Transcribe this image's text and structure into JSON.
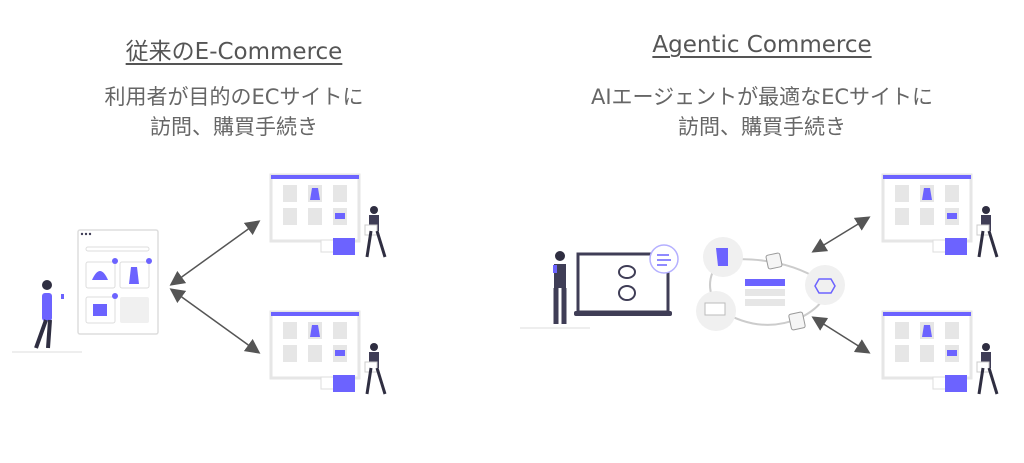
{
  "left": {
    "title": "従来のE-Commerce",
    "subtitle_line1": "利用者が目的のECサイトに",
    "subtitle_line2": "訪問、購買手続き"
  },
  "right": {
    "title": "Agentic Commerce",
    "subtitle_line1": "AIエージェントが最適なECサイトに",
    "subtitle_line2": "訪問、購買手続き"
  },
  "colors": {
    "accent": "#6c63ff",
    "dark": "#3f3d56",
    "gray": "#e6e6e6",
    "arrow": "#555555"
  }
}
